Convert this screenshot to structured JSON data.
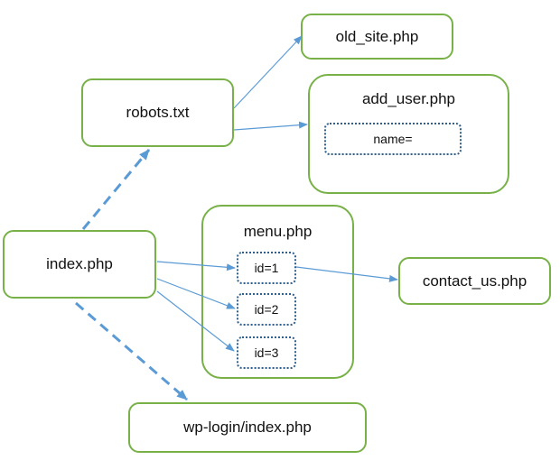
{
  "nodes": {
    "robots": "robots.txt",
    "old_site": "old_site.php",
    "add_user": "add_user.php",
    "add_user_param": "name=",
    "index": "index.php",
    "menu": "menu.php",
    "menu_params": [
      "id=1",
      "id=2",
      "id=3"
    ],
    "contact_us": "contact_us.php",
    "wp_login": "wp-login/index.php"
  },
  "colors": {
    "node_border": "#77b148",
    "param_border": "#2f5f8a",
    "edge": "#5b9bd5"
  }
}
